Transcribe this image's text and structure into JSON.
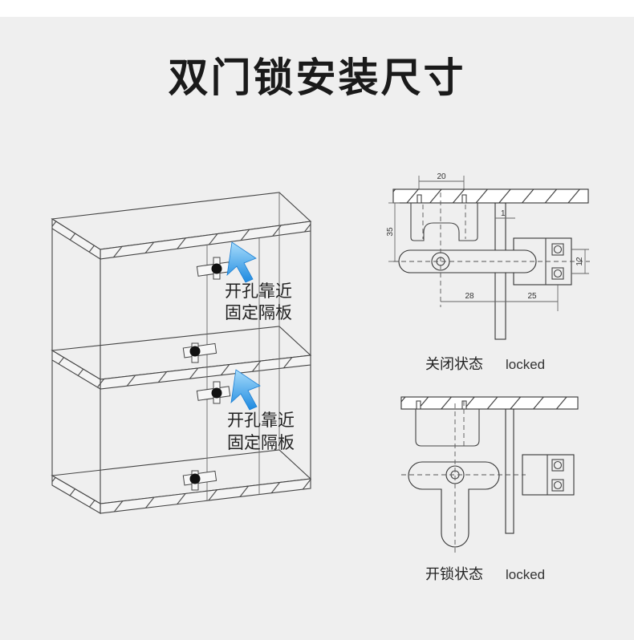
{
  "title": "双门锁安装尺寸",
  "cabinet": {
    "callouts": [
      {
        "line1": "开孔靠近",
        "line2": "固定隔板"
      },
      {
        "line1": "开孔靠近",
        "line2": "固定隔板"
      }
    ]
  },
  "closed_view": {
    "state_label": "关闭状态",
    "state_suffix": "locked",
    "dimensions": {
      "top_width": "20",
      "height": "35",
      "clearance": "1",
      "hole_pitch": "12",
      "pivot_offset": "28",
      "catch_offset": "25"
    }
  },
  "open_view": {
    "state_label": "开锁状态",
    "state_suffix": "locked"
  },
  "colors": {
    "background": "#efefef",
    "line": "#333333",
    "arrow": "#2d9be6"
  }
}
